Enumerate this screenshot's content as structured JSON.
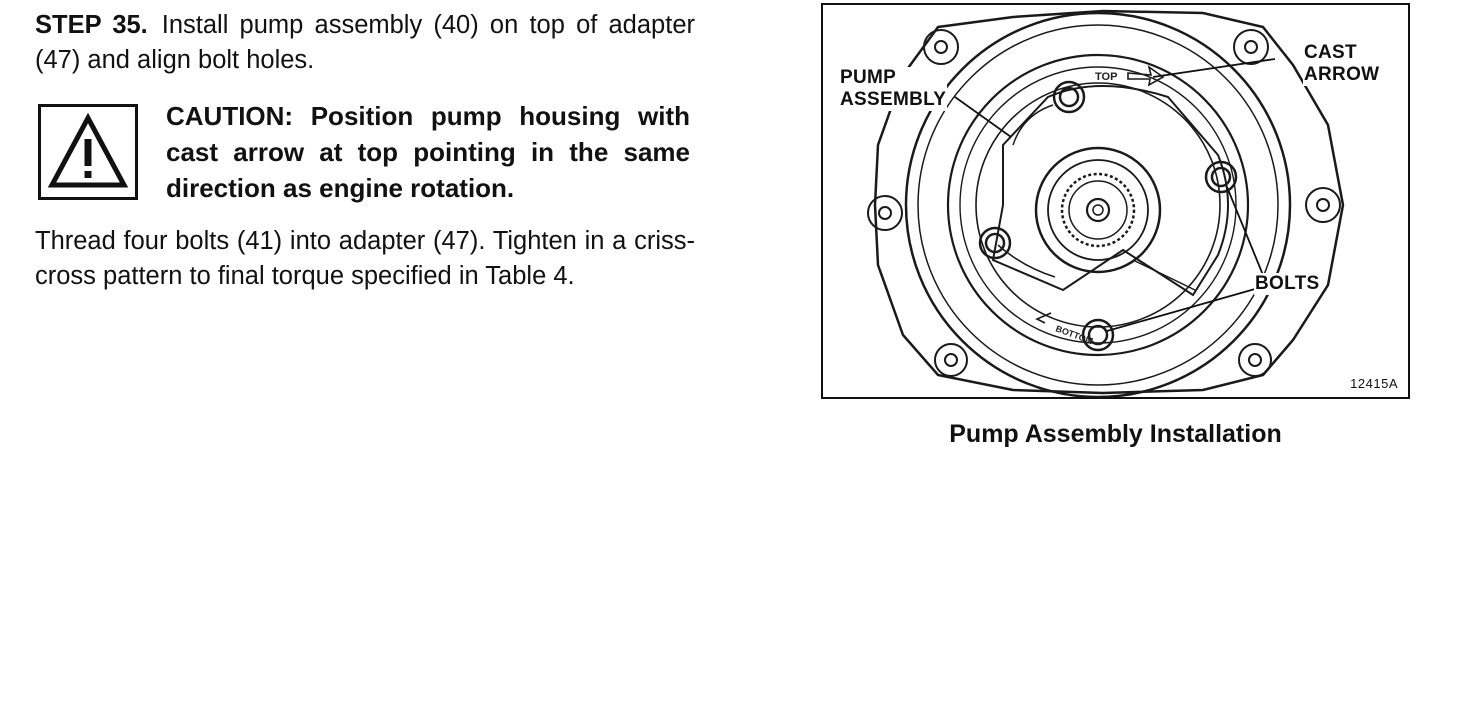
{
  "step": {
    "label": "STEP 35.",
    "text": "Install pump assembly (40) on top of adapter (47) and align bolt holes."
  },
  "caution": {
    "icon": "warning-triangle-icon",
    "text": "CAUTION: Position pump housing with cast arrow at top pointing in the same direction as engine rotation."
  },
  "instruction": {
    "text": "Thread four bolts (41) into adapter (47). Tighten in a criss-cross pattern to final torque specified in Table 4."
  },
  "figure": {
    "callouts": {
      "pump_line1": "PUMP",
      "pump_line2": "ASSEMBLY",
      "cast_line1": "CAST",
      "cast_line2": "ARROW",
      "bolts": "BOLTS"
    },
    "cast_marks": {
      "top": "TOP",
      "bottom": "BOTTOM"
    },
    "figure_number": "12415A",
    "caption": "Pump Assembly Installation"
  }
}
